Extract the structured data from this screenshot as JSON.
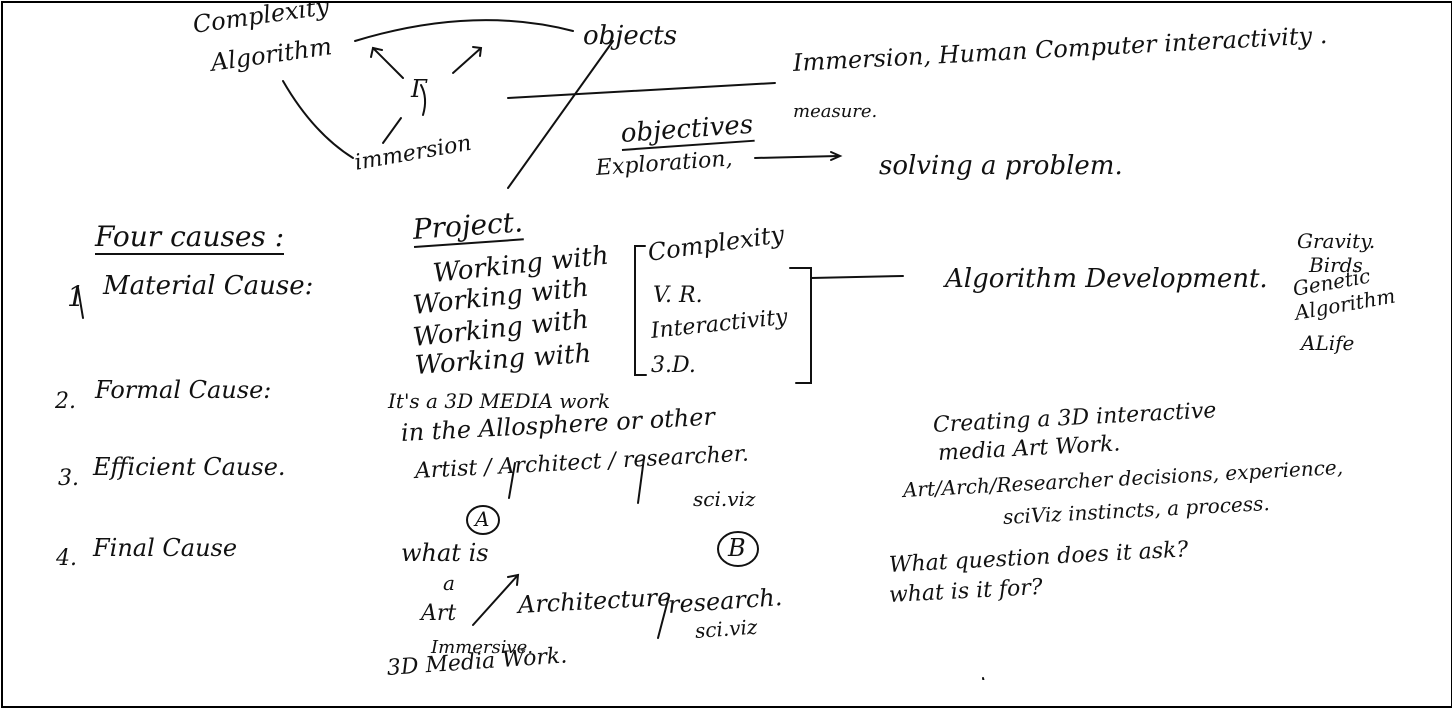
{
  "notes": {
    "top": {
      "complexity": "Complexity",
      "algorithm": "Algorithm",
      "objects": "objects",
      "immersion_measure_line1": "Immersion, Human Computer interactivity .",
      "immersion_measure_line2": "measure.",
      "immersion": "immersion",
      "objectives": "objectives",
      "exploration": "Exploration,",
      "solving": "solving a problem."
    },
    "causes": {
      "heading": "Four causes :",
      "items": [
        {
          "num": "1",
          "label": "Material Cause:"
        },
        {
          "num": "2.",
          "label": "Formal Cause:"
        },
        {
          "num": "3.",
          "label": "Efficient Cause."
        },
        {
          "num": "4.",
          "label": "Final Cause"
        }
      ]
    },
    "project": {
      "heading": "Project.",
      "working_with": [
        "Working with",
        "Working with",
        "Working with",
        "Working with"
      ],
      "bracket_items": [
        "Complexity",
        "V. R.",
        "Interactivity",
        "3.D."
      ],
      "algorithm_development": "Algorithm Development.",
      "side_list": [
        "Gravity.",
        "Birds",
        "Genetic",
        "Algorithm",
        "ALife"
      ],
      "media_line1": "It's a 3D MEDIA work",
      "media_line2": "in the Allosphere or other",
      "roles": "Artist / Architect / researcher.",
      "sciviz": "sci.viz",
      "circle_a": "A",
      "circle_b": "B",
      "what_is": "what is",
      "a": "a",
      "art": "Art",
      "architecture": "Architecture",
      "research": "research.",
      "sciviz2": "sci.viz",
      "immersive": "Immersive.",
      "media_work": "3D Media Work."
    },
    "right": {
      "creating_line1": "Creating a 3D interactive",
      "creating_line2": "media Art Work.",
      "decisions_line1": "Art/Arch/Researcher decisions, experience,",
      "decisions_line2": "sciViz instincts, a process.",
      "question_line1": "What question does it ask?",
      "question_line2": "what is it for?"
    }
  }
}
